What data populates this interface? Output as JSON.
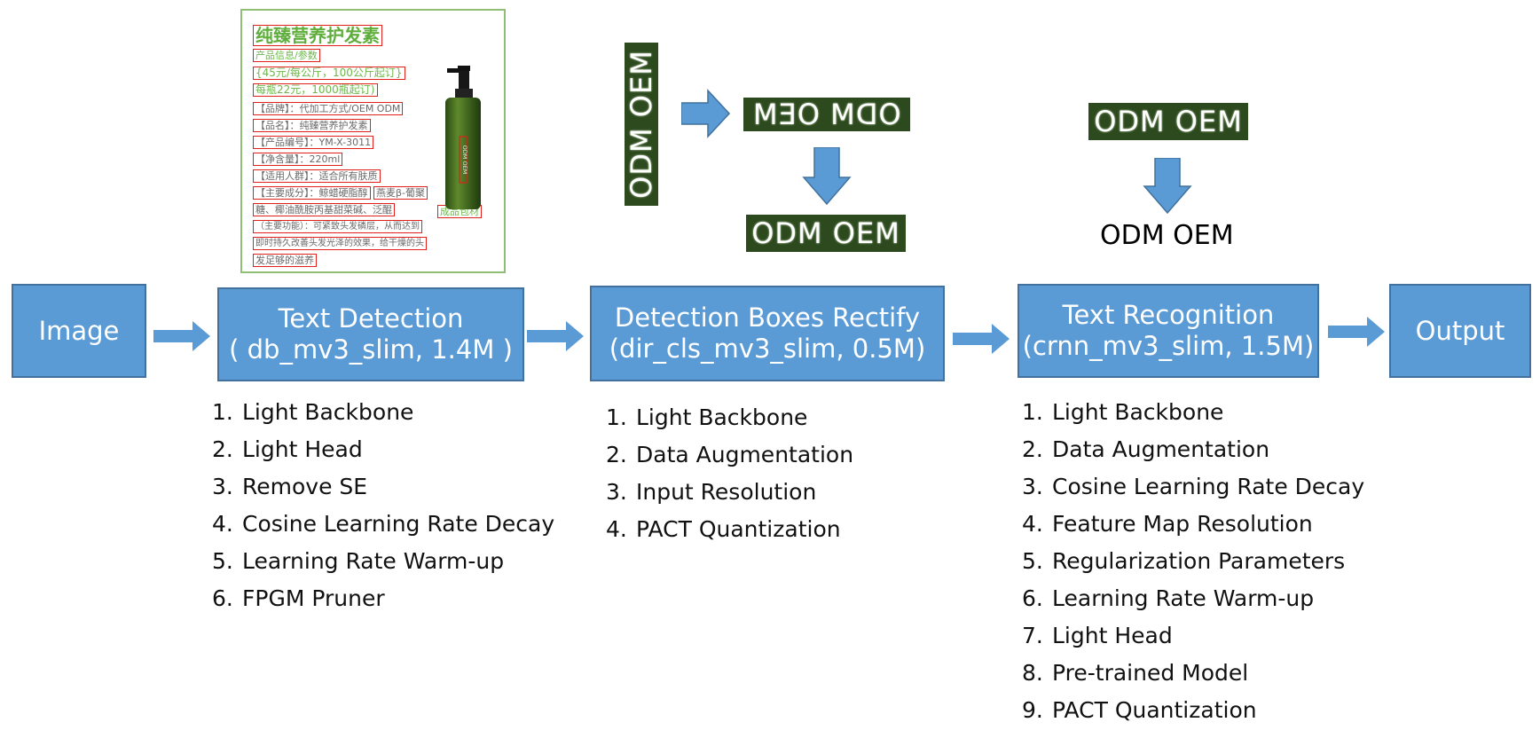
{
  "pipeline": {
    "image": "Image",
    "detection": {
      "title": "Text Detection",
      "subtitle": "( db_mv3_slim, 1.4M )"
    },
    "rectify": {
      "title": "Detection Boxes Rectify",
      "subtitle": "(dir_cls_mv3_slim, 0.5M)"
    },
    "recognition": {
      "title": "Text Recognition",
      "subtitle": "(crnn_mv3_slim, 1.5M)"
    },
    "output": "Output"
  },
  "detection_steps": [
    {
      "num": "1.",
      "text": "Light Backbone"
    },
    {
      "num": "2.",
      "text": "Light Head"
    },
    {
      "num": "3.",
      "text": "Remove SE"
    },
    {
      "num": "4.",
      "text": "Cosine Learning Rate Decay"
    },
    {
      "num": "5.",
      "text": "Learning Rate Warm-up"
    },
    {
      "num": "6.",
      "text": "FPGM Pruner"
    }
  ],
  "rectify_steps": [
    {
      "num": "1.",
      "text": "Light Backbone"
    },
    {
      "num": "2.",
      "text": "Data Augmentation"
    },
    {
      "num": "3.",
      "text": "Input Resolution"
    },
    {
      "num": "4.",
      "text": "PACT Quantization"
    }
  ],
  "recognition_steps": [
    {
      "num": "1.",
      "text": "Light Backbone"
    },
    {
      "num": "2.",
      "text": "Data Augmentation"
    },
    {
      "num": "3.",
      "text": "Cosine Learning Rate Decay"
    },
    {
      "num": "4.",
      "text": "Feature Map Resolution"
    },
    {
      "num": "5.",
      "text": "Regularization Parameters"
    },
    {
      "num": "6.",
      "text": "Learning Rate Warm-up"
    },
    {
      "num": "7.",
      "text": "Light Head"
    },
    {
      "num": "8.",
      "text": "Pre-trained Model"
    },
    {
      "num": "9.",
      "text": "PACT Quantization"
    }
  ],
  "crops": {
    "rotated": "ODM OEM",
    "flipped": "ODM OEM",
    "rectified": "ODM OEM",
    "recog_input": "ODM OEM",
    "recog_result": "ODM OEM"
  },
  "product_photo": {
    "title": "纯臻营养护发素",
    "lines": [
      "产品信息/参数",
      "{45元/每公斤，100公斤起订}",
      "每瓶22元，1000瓶起订)",
      "【品牌】：代加工方式/OEM ODM",
      "【品名】：纯臻营养护发素",
      "【产品编号】：YM-X-3011",
      "【净含量】：220ml",
      "【适用人群】：适合所有肤质",
      "【主要成分】：鲸蜡硬脂醇",
      "燕麦β-葡聚",
      "糖、椰油酰胺丙基甜菜碱、泛醌",
      "（主要功能）：可紧致头发磷层，从而达到",
      "即时持久改善头发光泽的效果，给干燥的头",
      "发足够的滋养"
    ],
    "tag": "成品包材",
    "bottle_label": "ODM OEM"
  }
}
